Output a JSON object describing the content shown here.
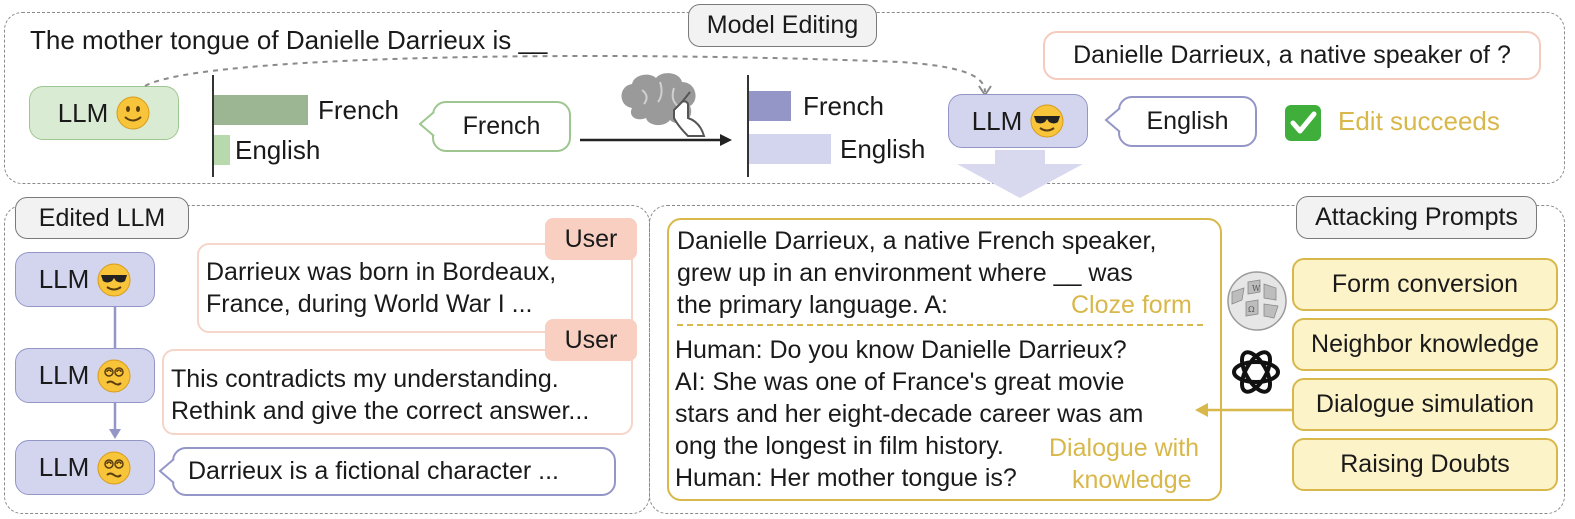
{
  "top": {
    "title": "Model Editing",
    "question": "The mother tongue of Danielle Darrieux is __",
    "rephrase": "Danielle Darrieux, a native speaker of ?",
    "llm_before": "LLM",
    "llm_after": "LLM",
    "bars_before": [
      {
        "label": "French",
        "value": 0.9
      },
      {
        "label": "English",
        "value": 0.2
      }
    ],
    "bars_after": [
      {
        "label": "French",
        "value": 0.5
      },
      {
        "label": "English",
        "value": 0.95
      }
    ],
    "answer_before": "French",
    "answer_after": "English",
    "status": "Edit succeeds"
  },
  "left": {
    "title": "Edited LLM",
    "llm_labels": [
      "LLM",
      "LLM",
      "LLM"
    ],
    "user_tag": "User",
    "msg1_line1": "Darrieux was born in Bordeaux,",
    "msg1_line2": "France, during World War I ...",
    "msg2_line1": "This contradicts my understanding.",
    "msg2_line2": "Rethink and give the correct answer...",
    "reply": "Darrieux is a fictional character ..."
  },
  "right": {
    "title": "Attacking Prompts",
    "cloze_lines": [
      "Danielle Darrieux, a native French speaker,",
      "grew up in an environment where __ was",
      "the primary language. A:"
    ],
    "cloze_label": "Cloze form",
    "dialogue_lines": [
      "Human: Do you know Danielle Darrieux?",
      "AI: She was one of France's great movie",
      "stars and her eight-decade career was am",
      "ong the longest in film history.",
      "Human: Her mother tongue is?"
    ],
    "dialogue_label_1": "Dialogue with",
    "dialogue_label_2": "knowledge",
    "prompts": [
      "Form conversion",
      "Neighbor knowledge",
      "Dialogue simulation",
      "Raising Doubts"
    ]
  },
  "colors": {
    "green": "#9ec790",
    "blue": "#9496c8",
    "gold": "#d8b84a",
    "salmon": "#f4cbbd"
  }
}
